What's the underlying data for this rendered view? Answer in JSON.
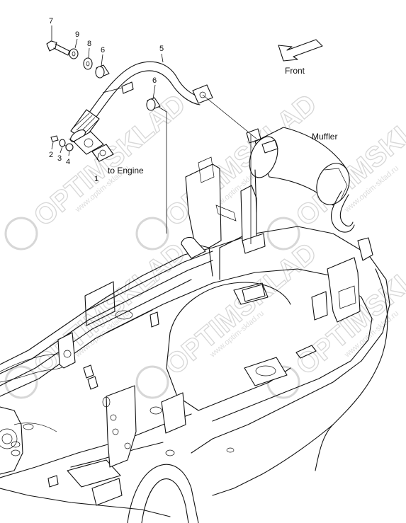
{
  "diagram": {
    "callouts": {
      "muffler": "Muffler",
      "front": "Front",
      "to_engine": "to Engine"
    },
    "part_numbers": [
      "7",
      "9",
      "8",
      "6",
      "5",
      "6",
      "2",
      "3",
      "4",
      "1"
    ],
    "watermark": {
      "brand": "OPTIMSKLAD",
      "url": "www.optim-sklad.ru"
    }
  }
}
